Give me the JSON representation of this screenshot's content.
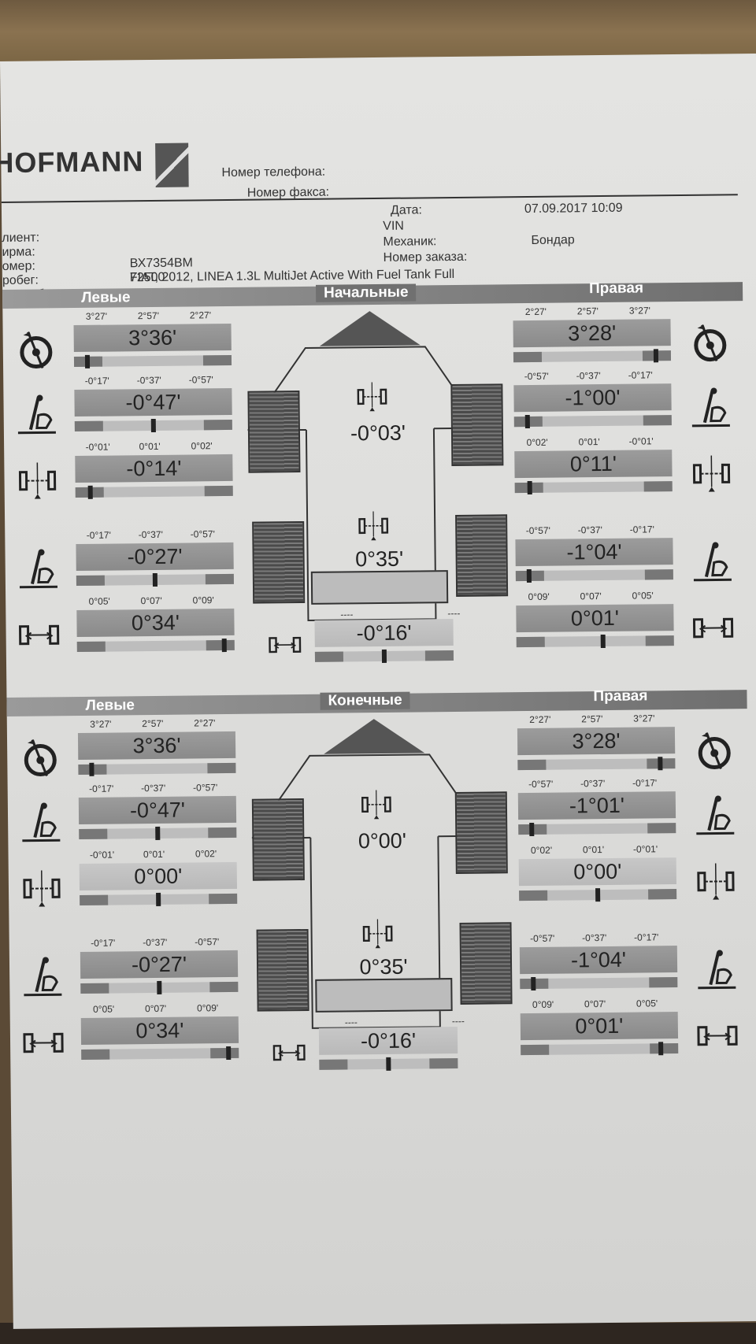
{
  "header": {
    "logo": "HOFMANN",
    "phone_label": "Номер телефона:",
    "fax_label": "Номер факса:",
    "left_labels": [
      "лиент:",
      "ирма:",
      "омер:",
      "робег:",
      "втомобиль:"
    ],
    "left_values": [
      "",
      "",
      "ВХ7354ВМ",
      "72500",
      "FIAT, 2012, LINEA 1.3L MultiJet Active With Fuel Tank Full"
    ],
    "date_label": "Дата:",
    "date_value": "07.09.2017  10:09",
    "vin_label": "VIN",
    "mechanic_label": "Механик:",
    "mechanic_value": "Бондар",
    "order_label": "Номер заказа:"
  },
  "sections": [
    {
      "title": "Начальные",
      "left_title": "Левые",
      "right_title": "Правая",
      "left": [
        {
          "refs": [
            "3°27'",
            "2°57'",
            "2°27'"
          ],
          "value": "3°36'",
          "icon": "caster-wheel-icon",
          "marker": 0.07
        },
        {
          "refs": [
            "-0°17'",
            "-0°37'",
            "-0°57'"
          ],
          "value": "-0°47'",
          "icon": "camber-icon",
          "marker": 0.5
        },
        {
          "refs": [
            "-0°01'",
            "0°01'",
            "0°02'"
          ],
          "value": "-0°14'",
          "icon": "toe-front-icon",
          "marker": 0.08
        },
        {
          "refs": [
            "-0°17'",
            "-0°37'",
            "-0°57'"
          ],
          "value": "-0°27'",
          "icon": "camber-icon",
          "marker": 0.5
        },
        {
          "refs": [
            "0°05'",
            "0°07'",
            "0°09'"
          ],
          "value": "0°34'",
          "icon": "toe-rear-icon",
          "marker": 0.95
        }
      ],
      "right": [
        {
          "refs": [
            "2°27'",
            "2°57'",
            "3°27'"
          ],
          "value": "3°28'",
          "icon": "caster-wheel-icon",
          "marker": 0.92
        },
        {
          "refs": [
            "-0°57'",
            "-0°37'",
            "-0°17'"
          ],
          "value": "-1°00'",
          "icon": "camber-icon",
          "marker": 0.07
        },
        {
          "refs": [
            "0°02'",
            "0°01'",
            "-0°01'"
          ],
          "value": "0°11'",
          "icon": "toe-front-icon",
          "marker": 0.08
        },
        {
          "refs": [
            "-0°57'",
            "-0°37'",
            "-0°17'"
          ],
          "value": "-1°04'",
          "icon": "camber-icon",
          "marker": 0.07
        },
        {
          "refs": [
            "0°09'",
            "0°07'",
            "0°05'"
          ],
          "value": "0°01'",
          "icon": "toe-rear-icon",
          "marker": 0.55
        }
      ],
      "front_total": "-0°03'",
      "rear_total": "0°35'",
      "thrust": {
        "refs": [
          "----",
          "----"
        ],
        "value": "-0°16'",
        "marker": 0.5
      }
    },
    {
      "title": "Конечные",
      "left_title": "Левые",
      "right_title": "Правая",
      "left": [
        {
          "refs": [
            "3°27'",
            "2°57'",
            "2°27'"
          ],
          "value": "3°36'",
          "icon": "caster-wheel-icon",
          "marker": 0.07
        },
        {
          "refs": [
            "-0°17'",
            "-0°37'",
            "-0°57'"
          ],
          "value": "-0°47'",
          "icon": "camber-icon",
          "marker": 0.5
        },
        {
          "refs": [
            "-0°01'",
            "0°01'",
            "0°02'"
          ],
          "value": "0°00'",
          "icon": "toe-front-icon",
          "marker": 0.5
        },
        {
          "refs": [
            "-0°17'",
            "-0°37'",
            "-0°57'"
          ],
          "value": "-0°27'",
          "icon": "camber-icon",
          "marker": 0.5
        },
        {
          "refs": [
            "0°05'",
            "0°07'",
            "0°09'"
          ],
          "value": "0°34'",
          "icon": "toe-rear-icon",
          "marker": 0.95
        }
      ],
      "right": [
        {
          "refs": [
            "2°27'",
            "2°57'",
            "3°27'"
          ],
          "value": "3°28'",
          "icon": "caster-wheel-icon",
          "marker": 0.92
        },
        {
          "refs": [
            "-0°57'",
            "-0°37'",
            "-0°17'"
          ],
          "value": "-1°01'",
          "icon": "camber-icon",
          "marker": 0.07
        },
        {
          "refs": [
            "0°02'",
            "0°01'",
            "-0°01'"
          ],
          "value": "0°00'",
          "icon": "toe-front-icon",
          "marker": 0.5
        },
        {
          "refs": [
            "-0°57'",
            "-0°37'",
            "-0°17'"
          ],
          "value": "-1°04'",
          "icon": "camber-icon",
          "marker": 0.07
        },
        {
          "refs": [
            "0°09'",
            "0°07'",
            "0°05'"
          ],
          "value": "0°01'",
          "icon": "toe-rear-icon",
          "marker": 0.9
        }
      ],
      "front_total": "0°00'",
      "rear_total": "0°35'",
      "thrust": {
        "refs": [
          "----",
          "----"
        ],
        "value": "-0°16'",
        "marker": 0.5
      }
    }
  ]
}
